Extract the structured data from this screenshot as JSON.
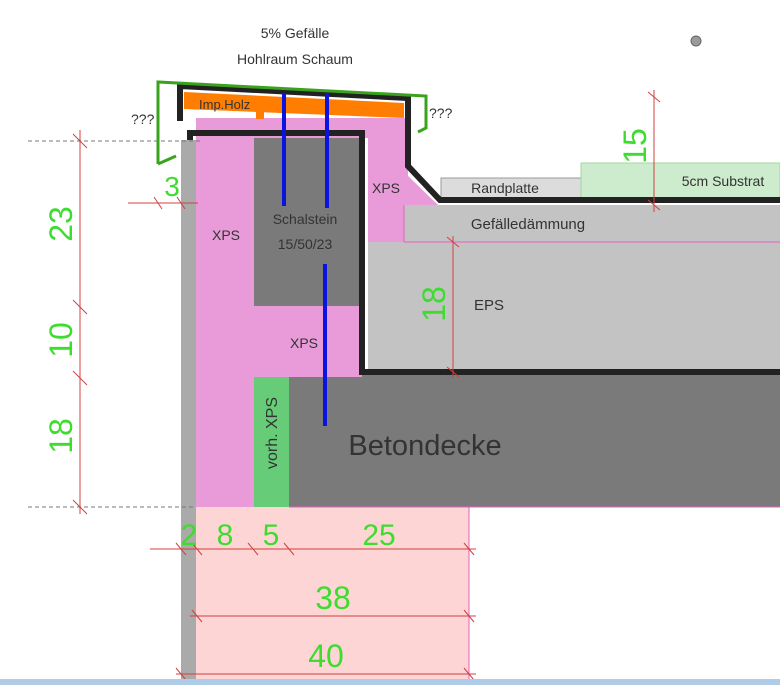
{
  "labels": {
    "slope": "5% Gefälle",
    "cavity": "Hohlraum Schaum",
    "imp_holz": "Imp.Holz",
    "unknown_left": "???",
    "unknown_right": "???",
    "xps_outer": "XPS",
    "schalstein_1": "Schalstein",
    "schalstein_2": "15/50/23",
    "xps_mid": "XPS",
    "xps_upper": "XPS",
    "vorh_xps": "vorh. XPS",
    "betondecke": "Betondecke",
    "randplatte": "Randplatte",
    "substrat": "5cm Substrat",
    "gefaelle": "Gefälledämmung",
    "eps": "EPS"
  },
  "dimensions": {
    "d3": "3",
    "d23": "23",
    "d10": "10",
    "d18_left": "18",
    "d18_eps": "18",
    "d15": "15",
    "d2": "2",
    "d8": "8",
    "d5": "5",
    "d25": "25",
    "d38": "38",
    "d40": "40"
  },
  "colors": {
    "xps_pink": "#e89bd8",
    "concrete": "#7a7a7a",
    "light_gray": "#c3c3c3",
    "wood_orange": "#ff7d00",
    "existing_xps_green": "#66cc77",
    "substrate_green": "#cdeccd",
    "foundation_pink": "#fdd5d5",
    "dimension_green": "#3ddc2e",
    "dimension_red": "#d04040",
    "anchor_blue": "#0a14dc"
  }
}
